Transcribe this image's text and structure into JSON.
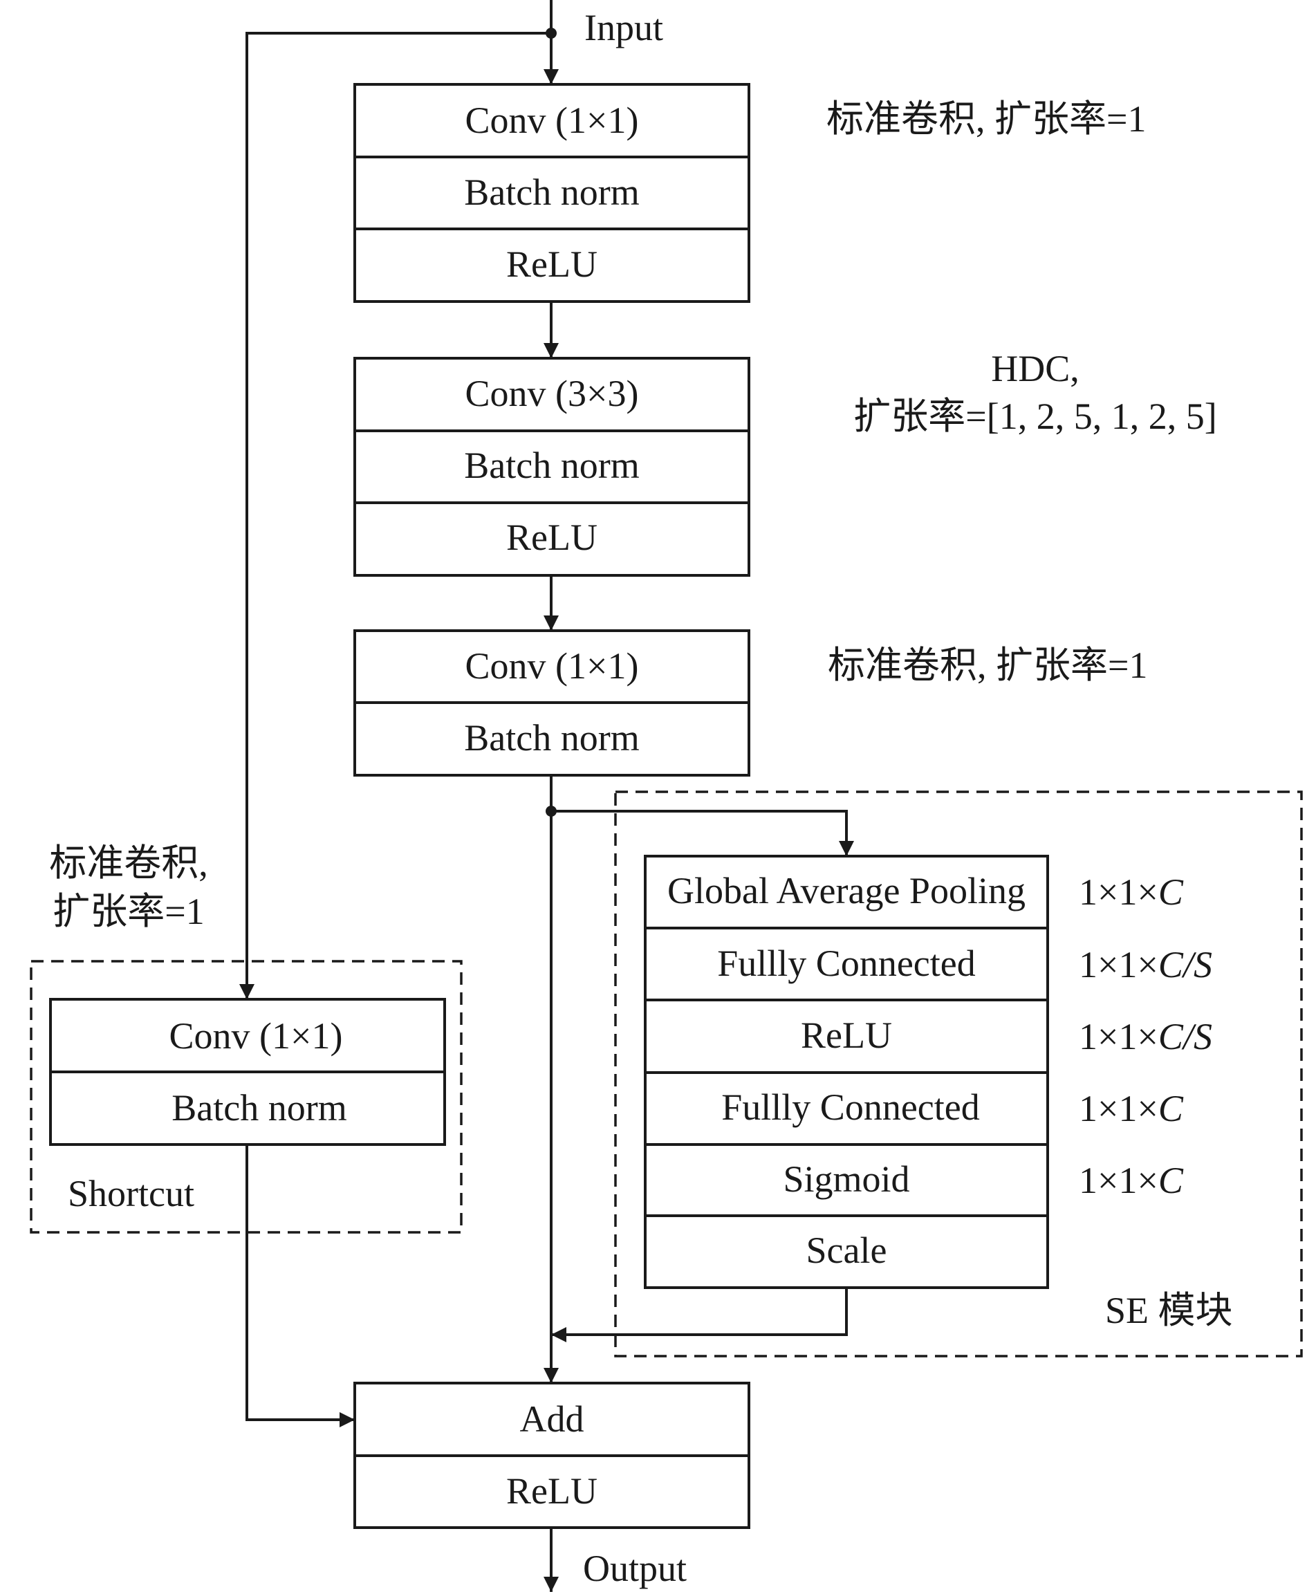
{
  "input_label": "Input",
  "output_label": "Output",
  "block1": {
    "rows": [
      "Conv (1×1)",
      "Batch norm",
      "ReLU"
    ],
    "note": "标准卷积, 扩张率=1"
  },
  "block2": {
    "rows": [
      "Conv (3×3)",
      "Batch norm",
      "ReLU"
    ],
    "note_line1": "HDC,",
    "note_line2": "扩张率=[1, 2, 5, 1, 2, 5]"
  },
  "block3": {
    "rows": [
      "Conv (1×1)",
      "Batch norm"
    ],
    "note": "标准卷积, 扩张率=1"
  },
  "shortcut": {
    "note_line1": "标准卷积,",
    "note_line2": "扩张率=1",
    "rows": [
      "Conv (1×1)",
      "Batch norm"
    ],
    "label": "Shortcut"
  },
  "se": {
    "rows": [
      "Global Average Pooling",
      "Fullly Connected",
      "ReLU",
      "Fullly Connected",
      "Sigmoid",
      "Scale"
    ],
    "dims": [
      {
        "prefix": "1×1×",
        "var": "C"
      },
      {
        "prefix": "1×1×",
        "var": "C/S"
      },
      {
        "prefix": "1×1×",
        "var": "C/S"
      },
      {
        "prefix": "1×1×",
        "var": "C"
      },
      {
        "prefix": "1×1×",
        "var": "C"
      }
    ],
    "label": "SE 模块"
  },
  "final": {
    "rows": [
      "Add",
      "ReLU"
    ]
  }
}
